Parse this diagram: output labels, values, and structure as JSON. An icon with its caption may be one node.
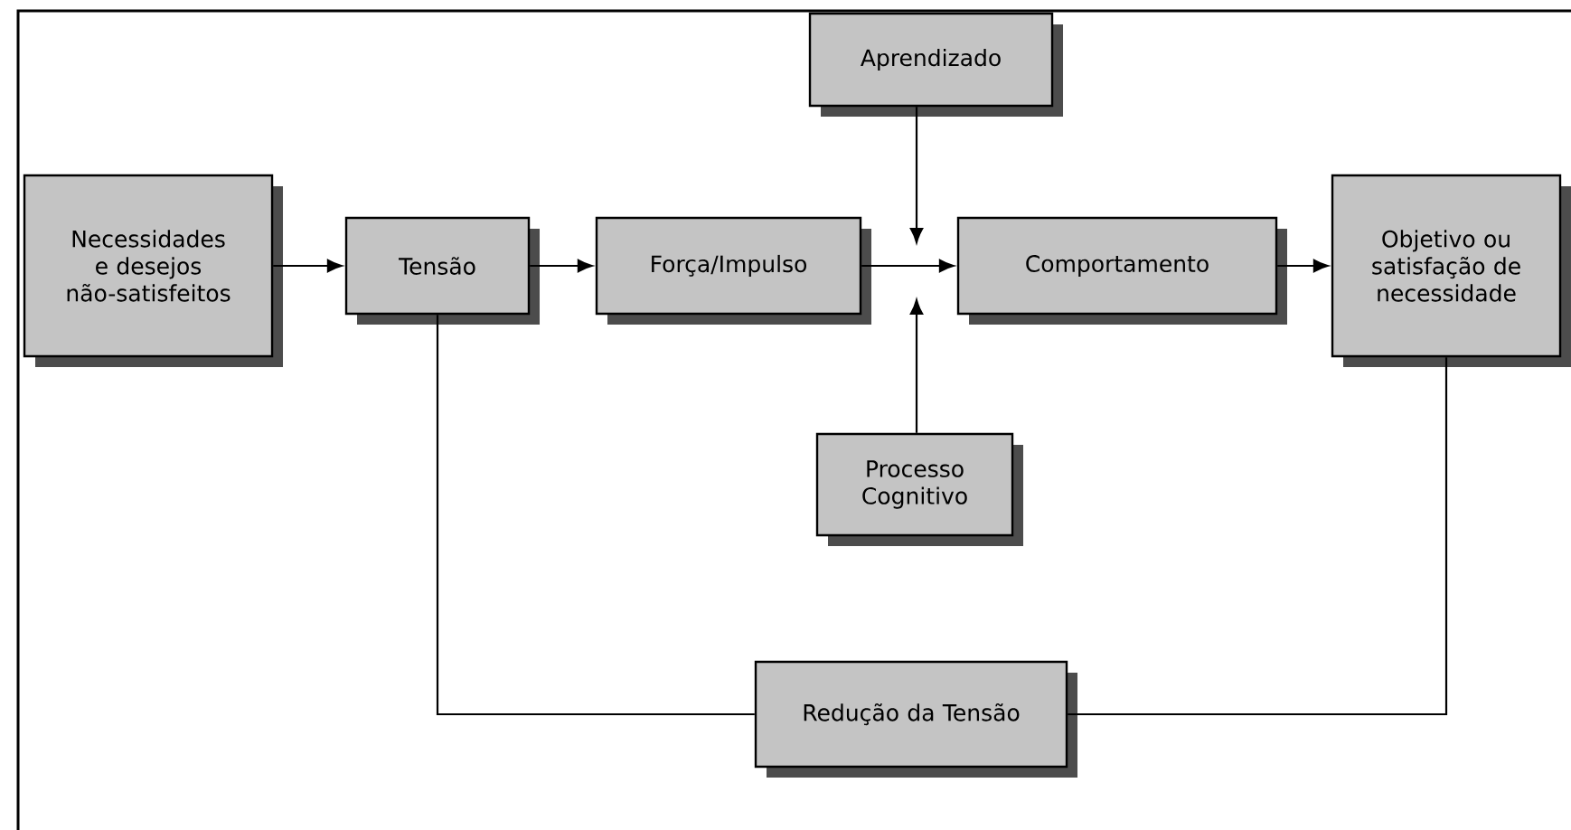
{
  "diagram": {
    "nodes": [
      {
        "text": [
          "Necessidades e desejos não-satisfeitos"
        ]
      },
      {
        "text": [
          "Tensão"
        ]
      },
      {
        "text": [
          "Força/Impulso"
        ]
      },
      {
        "text": [
          "Aprendizado"
        ]
      },
      {
        "text": [
          "Comportamento"
        ]
      },
      {
        "text": [
          "Objetivo ou satisfação de necessidade"
        ]
      },
      {
        "text": [
          "Processo Cognitivo"
        ]
      },
      {
        "text": [
          "Redução da Tensão"
        ]
      }
    ],
    "edges": [
      {
        "from": 0,
        "to": 1,
        "arrow": "to"
      },
      {
        "from": 1,
        "to": 2,
        "arrow": "to"
      },
      {
        "from": 2,
        "to": 4,
        "arrow": "to"
      },
      {
        "from": 3,
        "to": null,
        "arrow": "to"
      },
      {
        "from": 6,
        "to": null,
        "arrow": "to"
      },
      {
        "from": 4,
        "to": 5,
        "arrow": "to"
      },
      {
        "from": 1,
        "to": 7,
        "arrow": "none"
      },
      {
        "from": 5,
        "to": 7,
        "arrow": "none"
      }
    ]
  }
}
